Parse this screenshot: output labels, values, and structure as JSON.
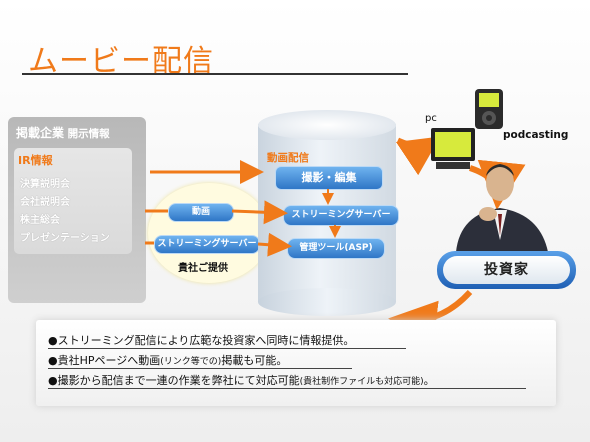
{
  "title": "ムービー配信",
  "left_panel": {
    "title_big": "掲載企業",
    "title_small": "開示情報",
    "ir_heading": "IR情報",
    "items": [
      "決算説明会",
      "会社説明会",
      "株主総会",
      "プレゼンテーション"
    ]
  },
  "client_side": {
    "video_label": "動画",
    "streaming_label": "ストリーミングサーバー",
    "provided_label": "貴社ご提供"
  },
  "center": {
    "heading": "動画配信",
    "edit_label": "撮影・編集",
    "streaming_label": "ストリーミングサーバー",
    "tool_label": "管理ツール(ASP)"
  },
  "devices": {
    "pc_label": "pc",
    "podcasting_label": "podcasting"
  },
  "investor_label": "投資家",
  "notes": [
    {
      "main": "●ストリーミング配信により広範な投資家へ同時に情報提供。",
      "small": ""
    },
    {
      "main": "●貴社HPページへ動画",
      "small": "(リンク等での)",
      "tail": "掲載も可能。"
    },
    {
      "main": "●撮影から配信まで一連の作業を弊社にて対応可能",
      "small": "(貴社制作ファイルも対応可能)",
      "tail": "。"
    }
  ],
  "colors": {
    "accent_orange": "#f07a1a",
    "pill_blue": "#2f76c6",
    "panel_gray": "#c2c2c2"
  }
}
